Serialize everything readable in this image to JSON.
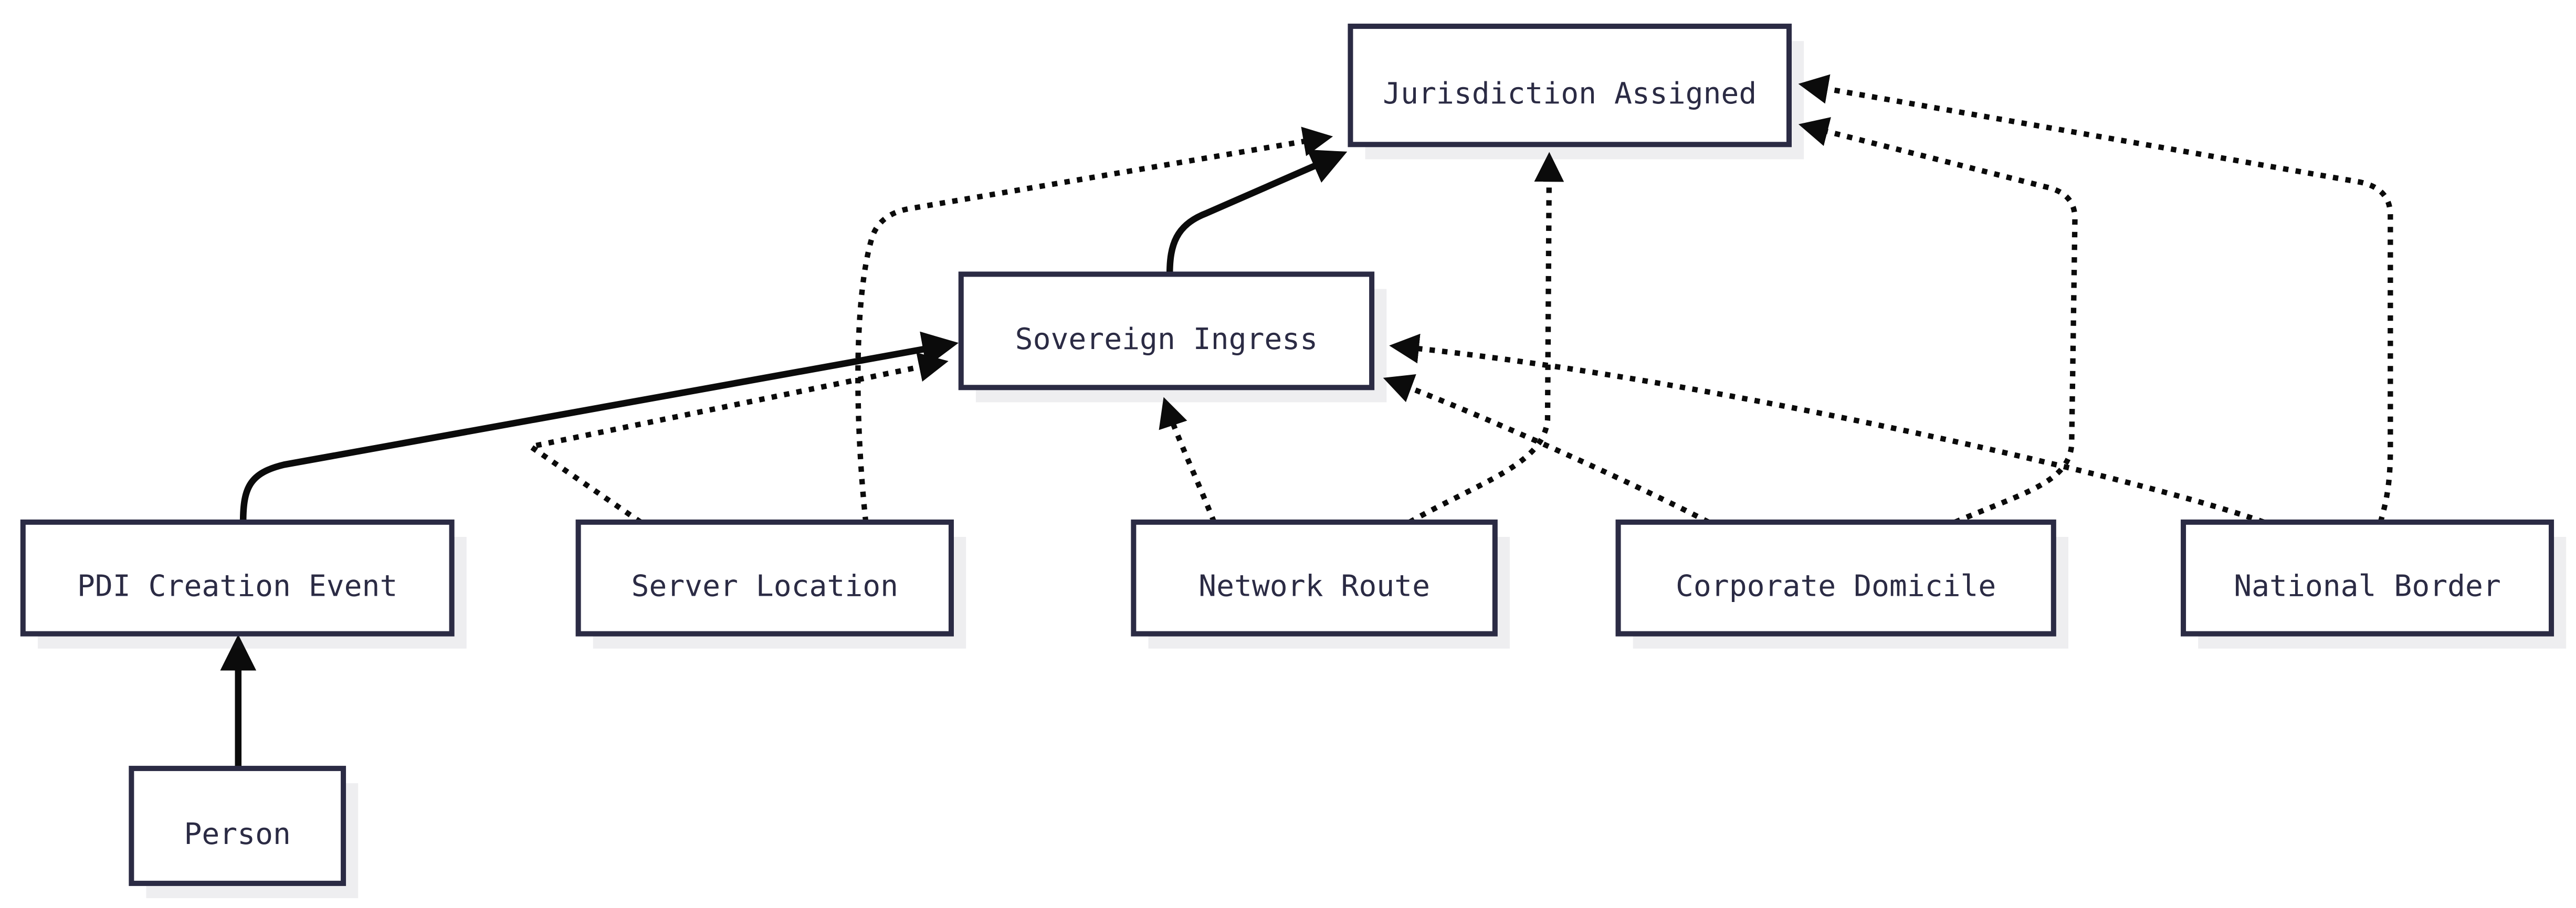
{
  "diagram": {
    "type": "flowchart",
    "background_color": "#ffffff",
    "node_border_color": "#2b2b44",
    "node_fill_color": "#ffffff",
    "node_text_color": "#2b2b44",
    "edge_color": "#0b0b0b",
    "shadow_color": "#ececf0",
    "nodes": {
      "jurisdiction_assigned": {
        "label": "Jurisdiction Assigned"
      },
      "sovereign_ingress": {
        "label": "Sovereign Ingress"
      },
      "pdi_creation_event": {
        "label": "PDI Creation Event"
      },
      "server_location": {
        "label": "Server Location"
      },
      "network_route": {
        "label": "Network Route"
      },
      "corporate_domicile": {
        "label": "Corporate Domicile"
      },
      "national_border": {
        "label": "National Border"
      },
      "person": {
        "label": "Person"
      }
    },
    "edges": [
      {
        "from": "Person",
        "to": "PDI Creation Event",
        "style": "solid"
      },
      {
        "from": "PDI Creation Event",
        "to": "Sovereign Ingress",
        "style": "solid"
      },
      {
        "from": "Sovereign Ingress",
        "to": "Jurisdiction Assigned",
        "style": "solid"
      },
      {
        "from": "Server Location",
        "to": "Sovereign Ingress",
        "style": "dotted"
      },
      {
        "from": "Server Location",
        "to": "Jurisdiction Assigned",
        "style": "dotted"
      },
      {
        "from": "Network Route",
        "to": "Sovereign Ingress",
        "style": "dotted"
      },
      {
        "from": "Network Route",
        "to": "Jurisdiction Assigned",
        "style": "dotted"
      },
      {
        "from": "Corporate Domicile",
        "to": "Sovereign Ingress",
        "style": "dotted"
      },
      {
        "from": "Corporate Domicile",
        "to": "Jurisdiction Assigned",
        "style": "dotted"
      },
      {
        "from": "National Border",
        "to": "Sovereign Ingress",
        "style": "dotted"
      },
      {
        "from": "National Border",
        "to": "Jurisdiction Assigned",
        "style": "dotted"
      }
    ]
  }
}
